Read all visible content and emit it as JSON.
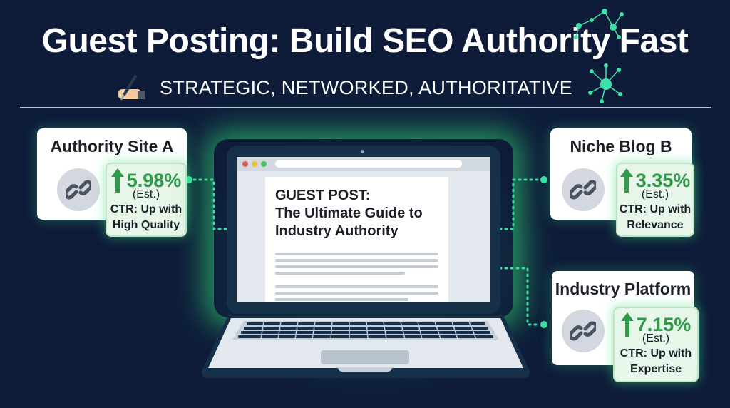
{
  "header": {
    "title": "Guest Posting: Build SEO Authority Fast",
    "subtitle": "STRATEGIC, NETWORKED, AUTHORITATIVE",
    "icons": [
      "writing-hand-icon",
      "network-nodes-icon"
    ]
  },
  "laptop": {
    "browser_dots": [
      "#e05a5a",
      "#f0c040",
      "#4cc060"
    ],
    "post_title_line1": "GUEST POST:",
    "post_title_line2": "The Ultimate Guide to",
    "post_title_line3": "Industry Authority"
  },
  "cards": [
    {
      "name": "Authority Site A",
      "icon": "link-icon",
      "ctr_change": "5.98%",
      "estimate_label": "(Est.)",
      "ctr_line1": "CTR: Up with",
      "ctr_line2": "High Quality"
    },
    {
      "name": "Niche Blog B",
      "icon": "link-icon",
      "ctr_change": "3.35%",
      "estimate_label": "(Est.)",
      "ctr_line1": "CTR: Up with",
      "ctr_line2": "Relevance"
    },
    {
      "name": "Industry Platform",
      "icon": "link-icon",
      "ctr_change": "7.15%",
      "estimate_label": "(Est.)",
      "ctr_line1": "CTR: Up with",
      "ctr_line2": "Expertise"
    }
  ],
  "colors": {
    "background": "#0e1c3a",
    "accent_green": "#2f9a47",
    "glow_green": "#32d773",
    "connector_teal": "#3de0a8"
  }
}
